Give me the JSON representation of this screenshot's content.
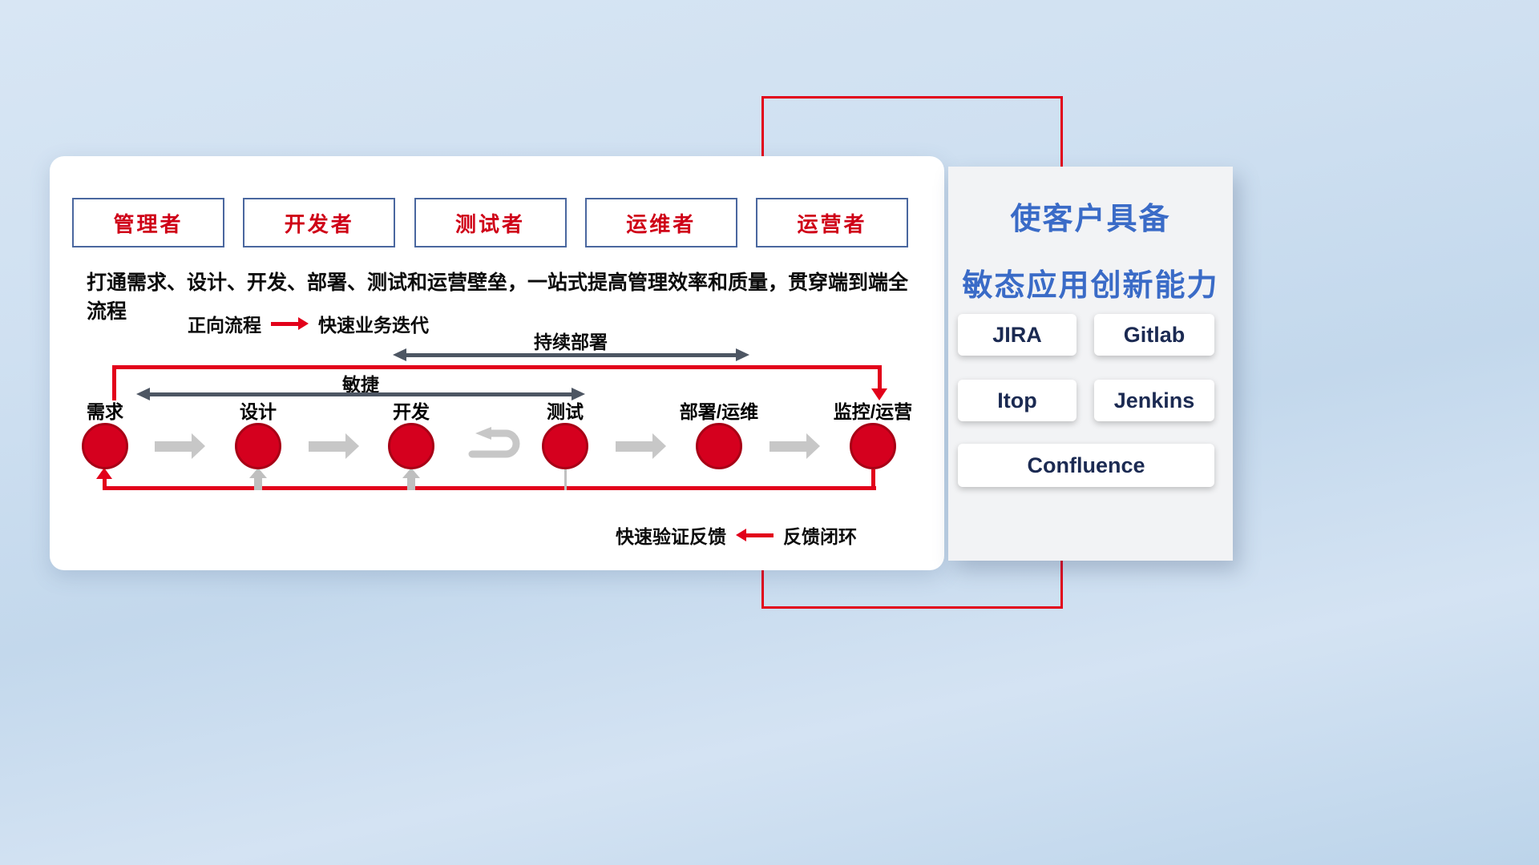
{
  "diagram": {
    "roles": [
      "管理者",
      "开发者",
      "测试者",
      "运维者",
      "运营者"
    ],
    "subtitle": "打通需求、设计、开发、部署、测试和运营壁垒，一站式提高管理效率和质量，贯穿端到端全流程",
    "forward_legend": {
      "label": "正向流程",
      "value": "快速业务迭代"
    },
    "loop_labels": {
      "continuous_deployment": "持续部署",
      "agile": "敏捷"
    },
    "stages": [
      "需求",
      "设计",
      "开发",
      "测试",
      "部署/运维",
      "监控/运营"
    ],
    "feedback_legend": {
      "value": "快速验证反馈",
      "label": "反馈闭环"
    }
  },
  "side_panel": {
    "title_line1": "使客户具备",
    "title_line2": "敏态应用创新能力",
    "tools": [
      "JIRA",
      "Gitlab",
      "Itop",
      "Jenkins",
      "Confluence"
    ]
  },
  "colors": {
    "accent_red": "#e2001a",
    "title_blue": "#3a6bc7",
    "role_text_red": "#cf0017",
    "role_border_blue": "#4a679f",
    "dark_arrow": "#4d5663",
    "light_arrow": "#c7c7c7",
    "circle_red": "#d5001e"
  }
}
